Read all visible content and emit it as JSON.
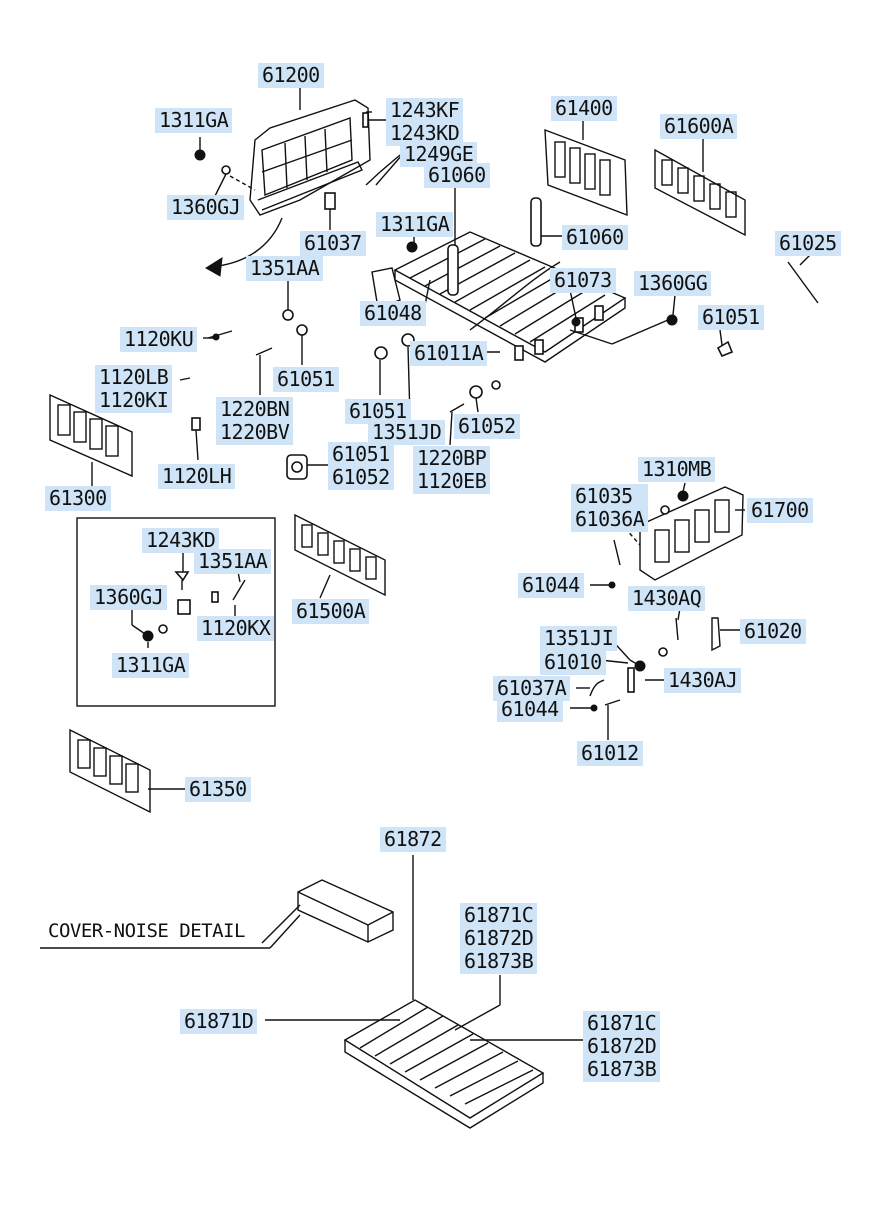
{
  "labels": {
    "p61200": "61200",
    "p1311GA_a": "1311GA",
    "p1243KF": "1243KF\n1243KD",
    "p1249GE": "1249GE",
    "p61060_a": "61060",
    "p1360GJ_a": "1360GJ",
    "p61037": "61037",
    "p1311GA_b": "1311GA",
    "p61060_b": "61060",
    "p61400": "61400",
    "p61600A": "61600A",
    "p61025": "61025",
    "p1351AA_a": "1351AA",
    "p61073": "61073",
    "p1360GG": "1360GG",
    "p61048": "61048",
    "p61051_a": "61051",
    "p1120KU": "1120KU",
    "p61011A": "61011A",
    "p1120LB": "1120LB\n1120KI",
    "p61051_b": "61051",
    "p1220BN": "1220BN\n1220BV",
    "p61051_c": "61051",
    "p1351JD": "1351JD",
    "p61052_a": "61052",
    "p61051_61052": "61051\n61052",
    "p1220BP": "1220BP\n1120EB",
    "p1120LH": "1120LH",
    "p61300": "61300",
    "p1310MB": "1310MB",
    "p61035": "61035\n61036A",
    "p61700": "61700",
    "p1243KD": "1243KD",
    "p1351AA_b": "1351AA",
    "p61044_a": "61044",
    "p1360GJ_b": "1360GJ",
    "p1120KX": "1120KX",
    "p61500A": "61500A",
    "p1430AQ": "1430AQ",
    "p61020": "61020",
    "p1311GA_c": "1311GA",
    "p1351JI": "1351JI",
    "p61010": "61010",
    "p1430AJ": "1430AJ",
    "p61037A": "61037A",
    "p61044_b": "61044",
    "p61012": "61012",
    "p61350": "61350",
    "p61872": "61872",
    "p61871C_a": "61871C\n61872D\n61873B",
    "p61871D": "61871D",
    "p61871C_b": "61871C\n61872D\n61873B"
  },
  "detail_caption": "COVER-NOISE DETAIL",
  "label_color": "#cfe5f7"
}
